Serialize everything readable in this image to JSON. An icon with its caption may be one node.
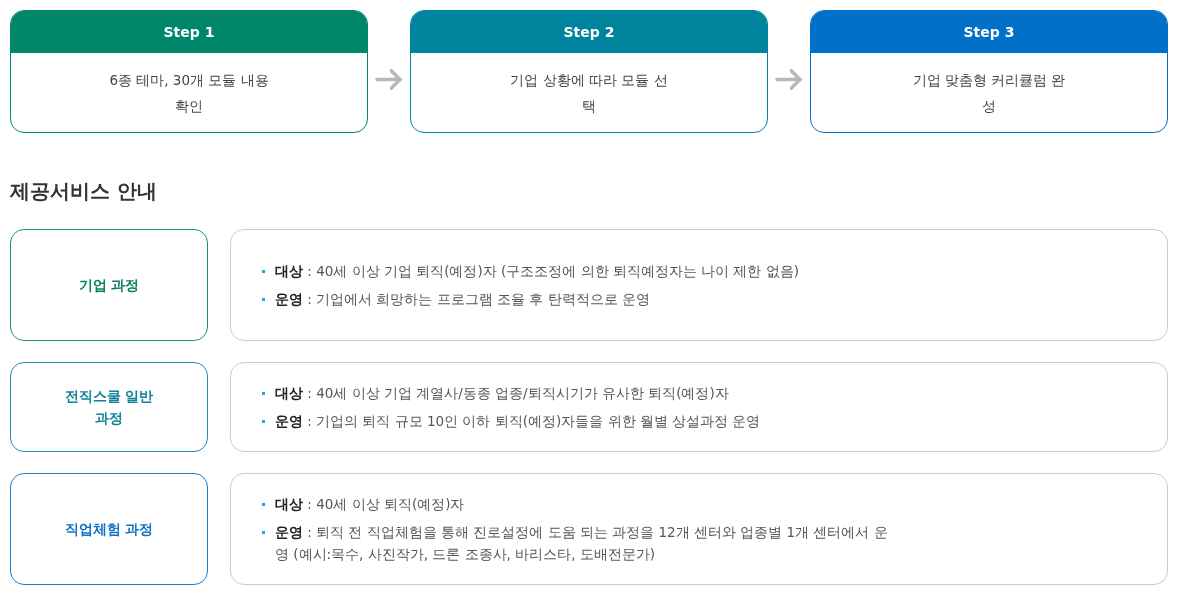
{
  "diagram": {
    "nodes": [
      {
        "text": [
          "Step 1",
          "6종 테마, 30개 모듈 내용 확인"
        ]
      },
      {
        "text": [
          "Step 2",
          "기업 상황에 따라 모듈 선택"
        ]
      },
      {
        "text": [
          "Step 3",
          "기업 맞춤형 커리큘럼 완성"
        ]
      },
      {
        "text": [
          "기업 과정"
        ]
      },
      {
        "text": [
          "**대상** : 40세 이상 기업 퇴직(예정)자 (구조조정에 의한 퇴직예정자는 나이 제한 없음)",
          "**운영** : 기업에서 희망하는 프로그램 조율 후 탄력적으로 운영"
        ]
      },
      {
        "text": [
          "전직스쿨 일반과정"
        ]
      },
      {
        "text": [
          "**대상** : 40세 이상 기업 계열사/동종 업종/퇴직시기가 유사한 퇴직(예정)자",
          "**운영** : 기업의 퇴직 규모 10인 이하 퇴직(예정)자들을 위한 월별 상설과정 운영"
        ]
      },
      {
        "text": [
          "직업체험 과정"
        ]
      },
      {
        "text": [
          "**대상** : 40세 이상 퇴직(예정)자",
          "**운영** : 퇴직 전 직업체험을 통해 진로설정에 도움 되는 과정을 12개 센터와 업종별 1개 센터에서 운영 (예시:목수, 사진작가, 드론 조종사, 바리스타, 도배전문가)"
        ]
      }
    ],
    "edges": [
      {
        "from": 0,
        "to": 1,
        "arrow": "to"
      },
      {
        "from": 1,
        "to": 2,
        "arrow": "to"
      }
    ],
    "labels": [
      "제공서비스 안내"
    ]
  }
}
